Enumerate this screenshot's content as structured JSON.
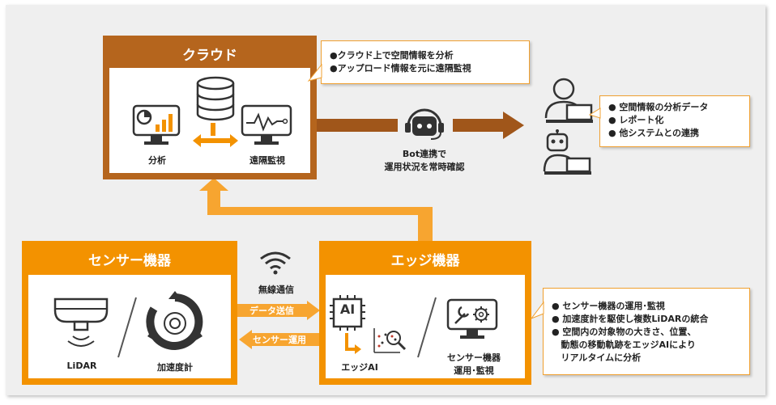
{
  "cloud": {
    "title": "クラウド",
    "analysis_label": "分析",
    "remote_label": "遠隔監視",
    "callout": [
      "●クラウド上で空間情報を分析",
      "●アップロード情報を元に遠隔監視"
    ]
  },
  "bot": {
    "line1": "Bot連携で",
    "line2": "運用状況を常時確認"
  },
  "output_callout": [
    "● 空間情報の分析データ",
    "● レポート化",
    "● 他システムとの連携"
  ],
  "sensor": {
    "title": "センサー機器",
    "lidar_label": "LiDAR",
    "accel_label": "加速度計"
  },
  "wireless_label": "無線通信",
  "data_send_label": "データ送信",
  "sensor_ops_label": "センサー運用",
  "edge": {
    "title": "エッジ機器",
    "ai_chip_text": "AI",
    "edge_ai_label": "エッジAI",
    "ops_label_1": "センサー機器",
    "ops_label_2": "運用･監視",
    "callout": [
      "● センサー機器の運用･監視",
      "● 加速度計を駆使し複数LiDARの統合",
      "● 空間内の対象物の大きさ、位置、",
      "   動態の移動軌跡をエッジAIにより",
      "   リアルタイムに分析"
    ]
  },
  "colors": {
    "cloud_brown": "#b5651d",
    "edge_orange": "#f39200",
    "arrow_orange": "#f7a530",
    "frame_gray": "#efefef"
  }
}
